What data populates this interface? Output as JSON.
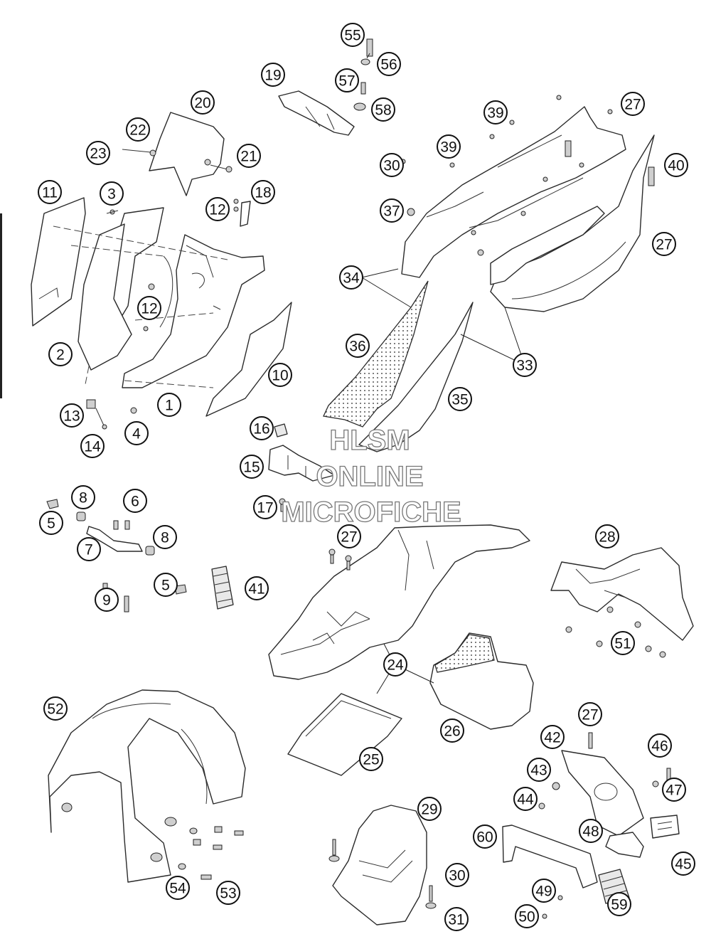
{
  "watermark": {
    "line1": "HLSM",
    "line2": "ONLINE",
    "line3": "MICROFICHE"
  },
  "callouts": [
    {
      "label": "1"
    },
    {
      "label": "2"
    },
    {
      "label": "3"
    },
    {
      "label": "4"
    },
    {
      "label": "5"
    },
    {
      "label": "5"
    },
    {
      "label": "6"
    },
    {
      "label": "7"
    },
    {
      "label": "8"
    },
    {
      "label": "8"
    },
    {
      "label": "9"
    },
    {
      "label": "10"
    },
    {
      "label": "11"
    },
    {
      "label": "12"
    },
    {
      "label": "12"
    },
    {
      "label": "13"
    },
    {
      "label": "14"
    },
    {
      "label": "15"
    },
    {
      "label": "16"
    },
    {
      "label": "17"
    },
    {
      "label": "18"
    },
    {
      "label": "19"
    },
    {
      "label": "20"
    },
    {
      "label": "21"
    },
    {
      "label": "22"
    },
    {
      "label": "23"
    },
    {
      "label": "24"
    },
    {
      "label": "25"
    },
    {
      "label": "26"
    },
    {
      "label": "27"
    },
    {
      "label": "27"
    },
    {
      "label": "27"
    },
    {
      "label": "27"
    },
    {
      "label": "28"
    },
    {
      "label": "29"
    },
    {
      "label": "30"
    },
    {
      "label": "30"
    },
    {
      "label": "31"
    },
    {
      "label": "33"
    },
    {
      "label": "34"
    },
    {
      "label": "35"
    },
    {
      "label": "36"
    },
    {
      "label": "37"
    },
    {
      "label": "39"
    },
    {
      "label": "39"
    },
    {
      "label": "40"
    },
    {
      "label": "41"
    },
    {
      "label": "42"
    },
    {
      "label": "43"
    },
    {
      "label": "44"
    },
    {
      "label": "45"
    },
    {
      "label": "46"
    },
    {
      "label": "47"
    },
    {
      "label": "48"
    },
    {
      "label": "49"
    },
    {
      "label": "50"
    },
    {
      "label": "51"
    },
    {
      "label": "52"
    },
    {
      "label": "53"
    },
    {
      "label": "54"
    },
    {
      "label": "55"
    },
    {
      "label": "56"
    },
    {
      "label": "57"
    },
    {
      "label": "58"
    },
    {
      "label": "59"
    },
    {
      "label": "60"
    }
  ]
}
